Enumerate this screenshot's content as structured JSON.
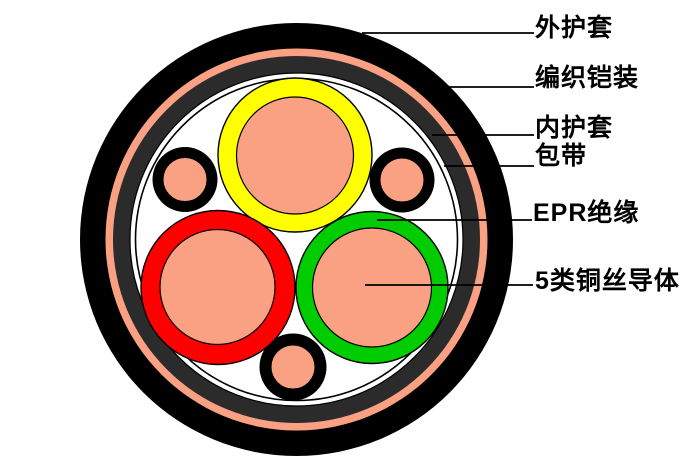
{
  "diagram": {
    "kind": "cable-cross-section",
    "labels": [
      {
        "id": "outer-sheath",
        "text": "外护套"
      },
      {
        "id": "braid-armor",
        "text": "编织铠装"
      },
      {
        "id": "inner-sheath",
        "text": "内护套"
      },
      {
        "id": "tape",
        "text": "包带"
      },
      {
        "id": "epr-insulation",
        "text": "EPR绝缘"
      },
      {
        "id": "copper-conductor",
        "text": "5类铜丝导体"
      }
    ]
  },
  "colors": {
    "background": "#ffffff",
    "outer_sheath": "#000000",
    "braid_armor": "#faa083",
    "inner_sheath": "#2b2b2b",
    "interior": "#ffffff",
    "tape_fill": "#ffffff",
    "insulation_yellow": "#ffff00",
    "insulation_red": "#ff0000",
    "insulation_green": "#00cc00",
    "conductor_copper": "#faa083",
    "small_core_ring": "#000000",
    "outline": "#000000",
    "label_text": "#000000"
  }
}
